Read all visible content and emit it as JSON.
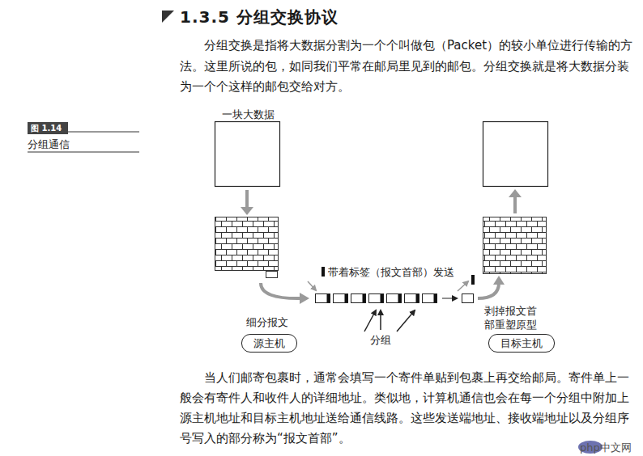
{
  "diagram": {
    "title": "1.3.5 分组交换协议",
    "nodes": [
      {
        "text": [
          "图 1.14",
          "分组通信"
        ]
      },
      {
        "text": [
          "源主机"
        ]
      },
      {
        "text": [
          "目标主机"
        ]
      }
    ],
    "labels": [
      "一块大数据",
      "带着标签（报文首部）发送",
      "细分报文",
      "分组",
      "剥掉报文首部重塑原型",
      "分组交换是指将大数据分割为一个个叫做包（Packet）的较小单位进行传输的方法。这里所说的包，如同我们平常在邮局里见到的邮包。分组交换就是将大数据分装为一个个这样的邮包交给对方。",
      "当人们邮寄包裹时，通常会填写一个寄件单贴到包裹上再交给邮局。寄件单上一般会有寄件人和收件人的详细地址。类似地，计算机通信也会在每一个分组中附加上源主机地址和目标主机地址送给通信线路。这些发送端地址、接收端地址以及分组序号写入的部分称为“报文首部”。",
      "php中文网"
    ]
  }
}
